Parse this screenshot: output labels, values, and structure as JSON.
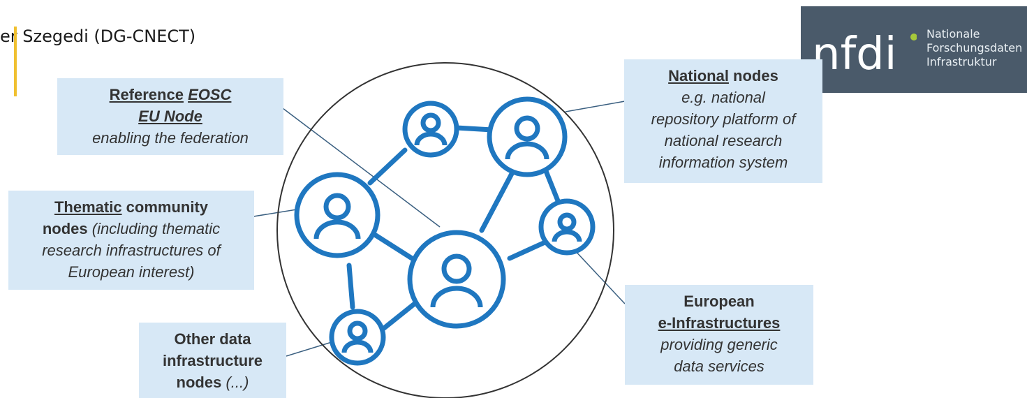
{
  "header": {
    "speaker": "er Szegedi (DG-CNECT)"
  },
  "logo": {
    "mark": "nfdi",
    "line1": "Nationale",
    "line2": "Forschungsdaten",
    "line3": "Infrastruktur",
    "bg_color": "#4a5a6a",
    "accent_color": "#a6c93a"
  },
  "boxes": {
    "eu_node": {
      "line1": "Reference",
      "line1b": "EOSC",
      "line2": "EU Node",
      "line3": "enabling the federation"
    },
    "thematic": {
      "head_u": "Thematic",
      "head_rest": " community",
      "nodes": "nodes",
      "paren_open": " (including thematic",
      "line3": "research infrastructures of",
      "line4": "European interest)"
    },
    "other": {
      "line1": "Other data",
      "line2": "infrastructure",
      "nodes": "nodes",
      "ellipsis": " (...)"
    },
    "national": {
      "head_u": "National",
      "head_rest": " nodes",
      "line2": "e.g. national",
      "line3": "repository platform of",
      "line4": "national research",
      "line5": "information system"
    },
    "european": {
      "line1": "European",
      "line2": "e-Infrastructures",
      "line3": "providing generic",
      "line4": "data services"
    }
  },
  "colors": {
    "node_blue": "#1f77c0",
    "box_fill": "#d7e8f6",
    "connector": "#3a5f80"
  }
}
